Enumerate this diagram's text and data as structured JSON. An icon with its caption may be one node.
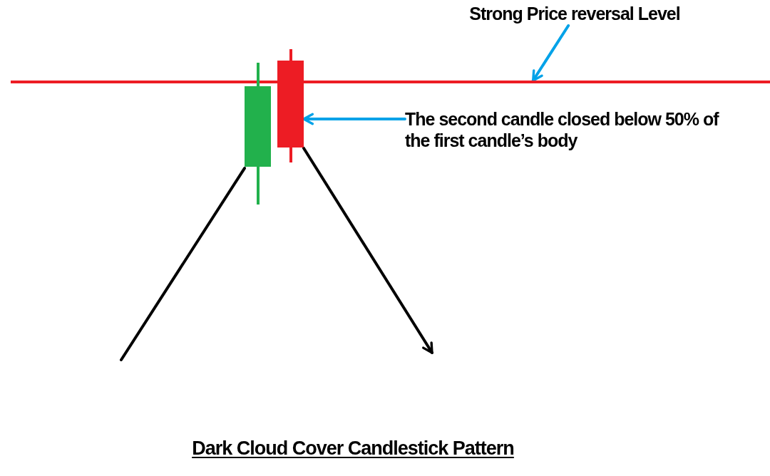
{
  "diagram": {
    "caption": "Dark Cloud Cover Candlestick Pattern",
    "nodes": [
      {
        "text": [
          "Strong Price reversal Level"
        ]
      },
      {
        "text": [],
        "shape": "line"
      },
      {
        "text": [],
        "shape": "bar"
      },
      {
        "text": [],
        "shape": "bar"
      },
      {
        "text": [
          "The second candle closed below 50% of the first candle’s body"
        ]
      }
    ],
    "edges": [
      {
        "from": 0,
        "to": 1,
        "arrow": "to",
        "color": "#00a2e8"
      },
      {
        "from": 4,
        "to": 3,
        "arrow": "to",
        "color": "#00a2e8"
      },
      {
        "from": null,
        "to": 2,
        "arrow": "none",
        "color": "#000000"
      },
      {
        "from": 3,
        "to": null,
        "arrow": "to",
        "color": "#000000"
      }
    ]
  }
}
